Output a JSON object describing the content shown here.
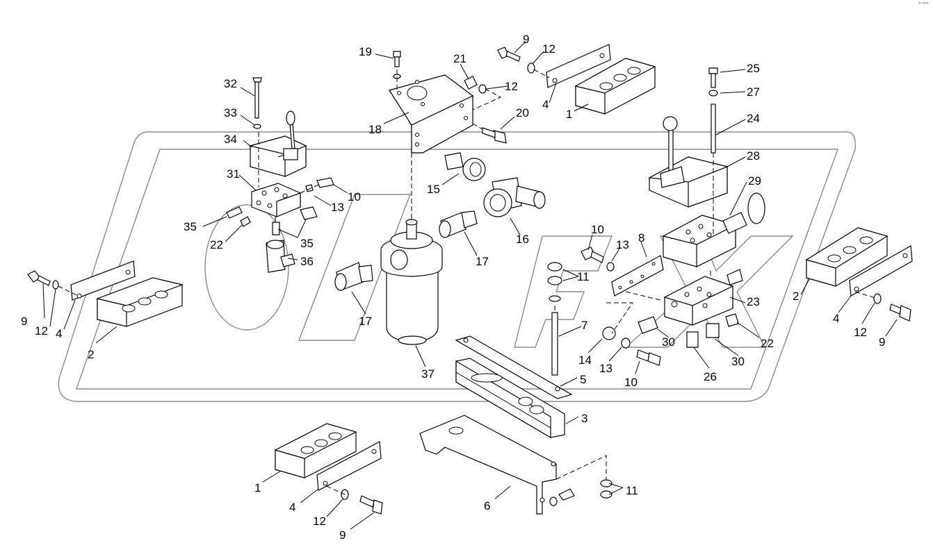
{
  "corner_mark": "° °°°",
  "callouts": [
    {
      "id": "c19",
      "text": "19"
    },
    {
      "id": "c9a",
      "text": "9"
    },
    {
      "id": "c12a",
      "text": "12"
    },
    {
      "id": "c21",
      "text": "21"
    },
    {
      "id": "c12b",
      "text": "12"
    },
    {
      "id": "c32",
      "text": "32"
    },
    {
      "id": "c33",
      "text": "33"
    },
    {
      "id": "c34",
      "text": "34"
    },
    {
      "id": "c31",
      "text": "31"
    },
    {
      "id": "c10a",
      "text": "10"
    },
    {
      "id": "c13a",
      "text": "13"
    },
    {
      "id": "c35a",
      "text": "35"
    },
    {
      "id": "c22a",
      "text": "22"
    },
    {
      "id": "c35b",
      "text": "35"
    },
    {
      "id": "c36",
      "text": "36"
    },
    {
      "id": "c18",
      "text": "18"
    },
    {
      "id": "c20",
      "text": "20"
    },
    {
      "id": "c4a",
      "text": "4"
    },
    {
      "id": "c1a",
      "text": "1"
    },
    {
      "id": "c25",
      "text": "25"
    },
    {
      "id": "c27",
      "text": "27"
    },
    {
      "id": "c24",
      "text": "24"
    },
    {
      "id": "c28",
      "text": "28"
    },
    {
      "id": "c29",
      "text": "29"
    },
    {
      "id": "c15",
      "text": "15"
    },
    {
      "id": "c16",
      "text": "16"
    },
    {
      "id": "c17a",
      "text": "17"
    },
    {
      "id": "c17b",
      "text": "17"
    },
    {
      "id": "c37",
      "text": "37"
    },
    {
      "id": "c10b",
      "text": "10"
    },
    {
      "id": "c13b",
      "text": "13"
    },
    {
      "id": "c8",
      "text": "8"
    },
    {
      "id": "c11a",
      "text": "11"
    },
    {
      "id": "c7",
      "text": "7"
    },
    {
      "id": "c14",
      "text": "14"
    },
    {
      "id": "c13c",
      "text": "13"
    },
    {
      "id": "c10c",
      "text": "10"
    },
    {
      "id": "c30a",
      "text": "30"
    },
    {
      "id": "c26",
      "text": "26"
    },
    {
      "id": "c30b",
      "text": "30"
    },
    {
      "id": "c23",
      "text": "23"
    },
    {
      "id": "c22b",
      "text": "22"
    },
    {
      "id": "c5",
      "text": "5"
    },
    {
      "id": "c3",
      "text": "3"
    },
    {
      "id": "c6",
      "text": "6"
    },
    {
      "id": "c11b",
      "text": "11"
    },
    {
      "id": "c9b",
      "text": "9"
    },
    {
      "id": "c12c",
      "text": "12"
    },
    {
      "id": "c4b",
      "text": "4"
    },
    {
      "id": "c2a",
      "text": "2"
    },
    {
      "id": "c1b",
      "text": "1"
    },
    {
      "id": "c4c",
      "text": "4"
    },
    {
      "id": "c12d",
      "text": "12"
    },
    {
      "id": "c9c",
      "text": "9"
    },
    {
      "id": "c2b",
      "text": "2"
    },
    {
      "id": "c4d",
      "text": "4"
    },
    {
      "id": "c12e",
      "text": "12"
    },
    {
      "id": "c9d",
      "text": "9"
    }
  ]
}
